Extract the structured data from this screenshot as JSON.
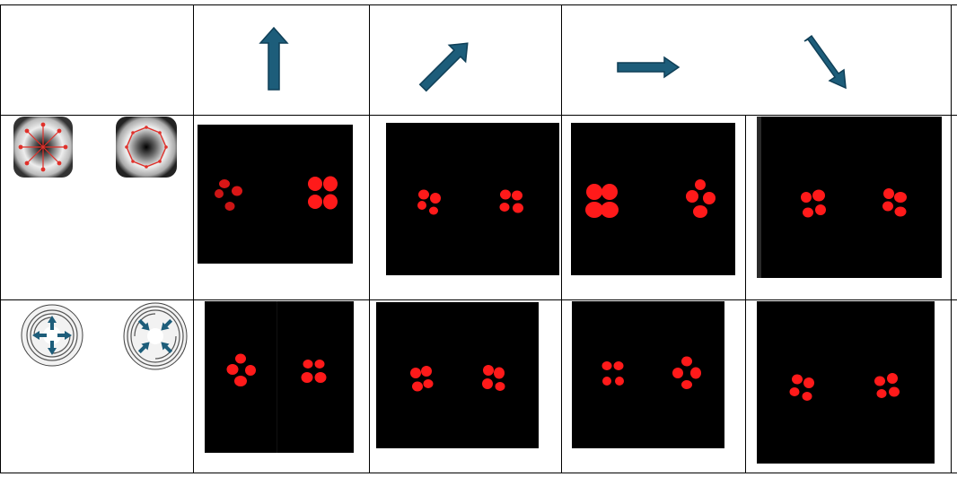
{
  "table": {
    "header_row": {
      "empty_cell": "",
      "directions": [
        {
          "name": "up",
          "angle": 0
        },
        {
          "name": "up-right",
          "angle": 45
        },
        {
          "name": "right",
          "angle": 90
        },
        {
          "name": "down-right",
          "angle": 145
        }
      ]
    },
    "rows": [
      {
        "row_name": "gradient-phase-row",
        "legend_icons": [
          "radial-gradient-outward-icon",
          "radial-gradient-ring-icon"
        ],
        "spot_color": "#ff1a1a"
      },
      {
        "row_name": "spiral-phase-row",
        "legend_icons": [
          "spiral-diverging-arrows-icon",
          "spiral-converging-arrows-icon"
        ],
        "spot_color": "#ff1a1a"
      }
    ]
  },
  "colors": {
    "arrow_fill": "#1d5d7a",
    "arrow_stroke": "#0f3f57",
    "panel_bg": "#000000",
    "spot_red": "#ff1a1a",
    "grid_line": "#000000"
  }
}
